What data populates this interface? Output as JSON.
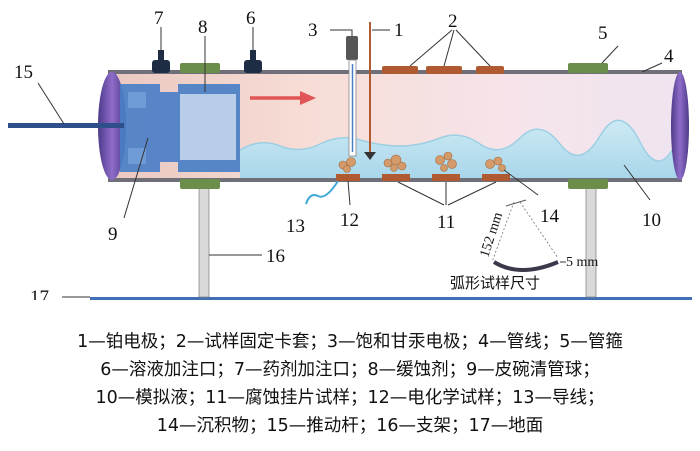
{
  "numbers": {
    "n1": "1",
    "n2": "2",
    "n3": "3",
    "n4": "4",
    "n5": "5",
    "n6": "6",
    "n7": "7",
    "n8": "8",
    "n9": "9",
    "n10": "10",
    "n11": "11",
    "n12": "12",
    "n13": "13",
    "n14": "14",
    "n15": "15",
    "n16": "16",
    "n17": "17"
  },
  "inset": {
    "title": "弧形试样尺寸",
    "length_dim": "152 mm",
    "thickness_dim": "5 mm"
  },
  "legend": {
    "line1": "1—铂电极；2—试样固定卡套；3—饱和甘汞电极；4—管线；5—管箍",
    "line2": "6—溶液加注口；7—药剂加注口；8—缓蚀剂；9—皮碗清管球；",
    "line3": "10—模拟液；11—腐蚀挂片试样；12—电化学试样；13—导线；",
    "line4": "14—沉积物；15—推动杆；16—支架；17—地面"
  },
  "colors": {
    "pipe_outline": "#6f6f7a",
    "pipe_end": "#6d4fa8",
    "pig": "#4a7fc7",
    "inhibitor_block": "#c9d9ee",
    "liquid": "#bfe3f0",
    "clamp": "#b05a32",
    "collar": "#6b8f4a",
    "cap": "#1e2c44",
    "arrow": "#e05555",
    "rod": "#2f4f8a",
    "ground": "#3f6fb5"
  }
}
